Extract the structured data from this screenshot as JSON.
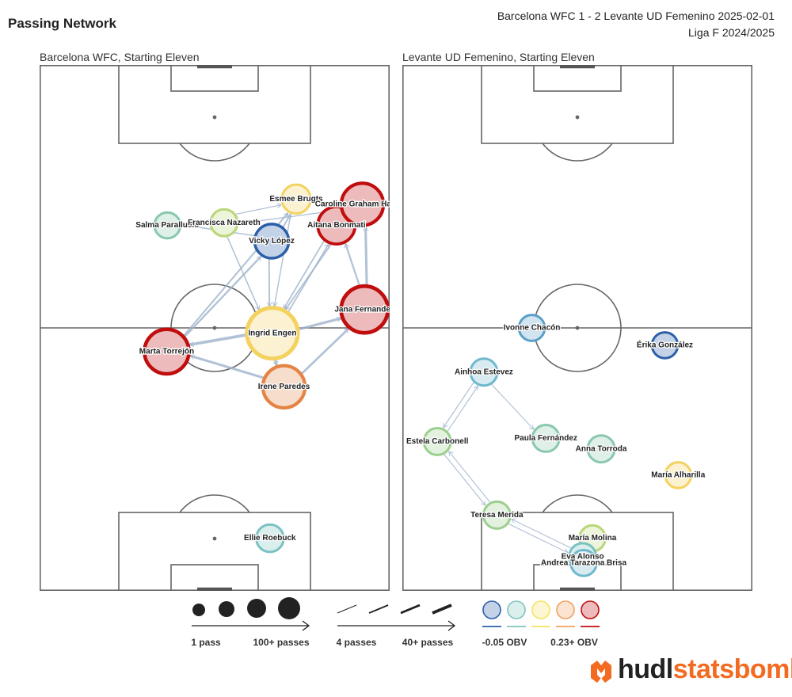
{
  "header": {
    "title": "Passing Network",
    "match_line": "Barcelona WFC 1 - 2 Levante UD Femenino 2025-02-01",
    "competition_line": "Liga F 2024/2025"
  },
  "colors": {
    "obv_scale": [
      "#2b5fa8",
      "#6ab4d2",
      "#7fc5bc",
      "#a6d27f",
      "#f5e35f",
      "#f0a060",
      "#e07a3a",
      "#c00d0d"
    ],
    "edge": "#9fb3cc",
    "edge_hot": "#e05050",
    "pitch_line": "#666666"
  },
  "chart_data": [
    {
      "type": "network",
      "title": "Barcelona WFC, Starting Eleven",
      "nodes": [
        {
          "name": "Salma Paralluelo",
          "x": 69.5,
          "y": 36.5,
          "passes": 12,
          "obv": 0.04
        },
        {
          "name": "Esmee Brugts",
          "x": 74.5,
          "y": 73.3,
          "passes": 18,
          "obv": 0.12
        },
        {
          "name": "Francisca Nazareth",
          "x": 70.0,
          "y": 52.7,
          "passes": 14,
          "obv": 0.08
        },
        {
          "name": "Aitana Bonmati",
          "x": 69.5,
          "y": 84.8,
          "passes": 42,
          "obv": 0.23
        },
        {
          "name": "Caroline Graham Hansen",
          "x": 73.5,
          "y": 92.2,
          "passes": 60,
          "obv": 0.23
        },
        {
          "name": "Vicky López",
          "x": 66.5,
          "y": 66.3,
          "passes": 32,
          "obv": -0.05
        },
        {
          "name": "Jana Fernandez",
          "x": 53.5,
          "y": 92.8,
          "passes": 80,
          "obv": 0.23
        },
        {
          "name": "Ingrid Engen",
          "x": 49.0,
          "y": 66.5,
          "passes": 100,
          "obv": 0.12
        },
        {
          "name": "Marta Torrejón",
          "x": 45.5,
          "y": 36.3,
          "passes": 70,
          "obv": 0.23
        },
        {
          "name": "Irene Paredes",
          "x": 38.8,
          "y": 69.8,
          "passes": 60,
          "obv": 0.18
        },
        {
          "name": "Ellie Roebuck",
          "x": 10.0,
          "y": 65.8,
          "passes": 15,
          "obv": 0.02
        }
      ],
      "links": [
        {
          "from": "Ingrid Engen",
          "to": "Marta Torrejón",
          "passes": 35
        },
        {
          "from": "Ingrid Engen",
          "to": "Jana Fernandez",
          "passes": 30
        },
        {
          "from": "Ingrid Engen",
          "to": "Irene Paredes",
          "passes": 30
        },
        {
          "from": "Irene Paredes",
          "to": "Marta Torrejón",
          "passes": 28
        },
        {
          "from": "Irene Paredes",
          "to": "Jana Fernandez",
          "passes": 25
        },
        {
          "from": "Jana Fernandez",
          "to": "Caroline Graham Hansen",
          "passes": 28
        },
        {
          "from": "Jana Fernandez",
          "to": "Aitana Bonmati",
          "passes": 18
        },
        {
          "from": "Marta Torrejón",
          "to": "Vicky López",
          "passes": 20
        },
        {
          "from": "Marta Torrejón",
          "to": "Esmee Brugts",
          "passes": 16
        },
        {
          "from": "Vicky López",
          "to": "Esmee Brugts",
          "passes": 15
        },
        {
          "from": "Vicky López",
          "to": "Salma Paralluelo",
          "passes": 10
        },
        {
          "from": "Vicky López",
          "to": "Ingrid Engen",
          "passes": 14
        },
        {
          "from": "Aitana Bonmati",
          "to": "Caroline Graham Hansen",
          "passes": 22
        },
        {
          "from": "Aitana Bonmati",
          "to": "Ingrid Engen",
          "passes": 12
        },
        {
          "from": "Francisca Nazareth",
          "to": "Caroline Graham Hansen",
          "passes": 8
        },
        {
          "from": "Francisca Nazareth",
          "to": "Ingrid Engen",
          "passes": 10
        },
        {
          "from": "Esmee Brugts",
          "to": "Ingrid Engen",
          "passes": 8
        },
        {
          "from": "Salma Paralluelo",
          "to": "Esmee Brugts",
          "passes": 6
        },
        {
          "from": "Caroline Graham Hansen",
          "to": "Ingrid Engen",
          "passes": 14
        },
        {
          "from": "Ingrid Engen",
          "to": "Aitana Bonmati",
          "passes": 12
        }
      ]
    },
    {
      "type": "network",
      "title": "Levante UD Femenino, Starting Eleven",
      "nodes": [
        {
          "name": "Ivonne Chacón",
          "x": 50.0,
          "y": 37.0,
          "passes": 12,
          "obv": -0.02
        },
        {
          "name": "Érika González",
          "x": 46.7,
          "y": 75.0,
          "passes": 12,
          "obv": -0.05
        },
        {
          "name": "Ainhoa Estevez",
          "x": 41.6,
          "y": 23.3,
          "passes": 14,
          "obv": 0.0
        },
        {
          "name": "Estela Carbonell",
          "x": 28.4,
          "y": 10.0,
          "passes": 14,
          "obv": 0.06
        },
        {
          "name": "Paula Fernández",
          "x": 29.0,
          "y": 41.0,
          "passes": 14,
          "obv": 0.04
        },
        {
          "name": "Anna Torroda",
          "x": 27.0,
          "y": 56.8,
          "passes": 14,
          "obv": 0.04
        },
        {
          "name": "María Alharilla",
          "x": 22.0,
          "y": 78.8,
          "passes": 12,
          "obv": 0.12
        },
        {
          "name": "Teresa Merida",
          "x": 14.4,
          "y": 27.0,
          "passes": 14,
          "obv": 0.06
        },
        {
          "name": "María Molina",
          "x": 10.0,
          "y": 54.3,
          "passes": 12,
          "obv": 0.08
        },
        {
          "name": "Eva Alonso",
          "x": 6.5,
          "y": 51.5,
          "passes": 14,
          "obv": 0.02
        },
        {
          "name": "Andrea Tarazona Brisa",
          "x": 5.3,
          "y": 51.8,
          "passes": 12,
          "obv": 0.0
        }
      ],
      "links": [
        {
          "from": "Ainhoa Estevez",
          "to": "Estela Carbonell",
          "passes": 6
        },
        {
          "from": "Estela Carbonell",
          "to": "Ainhoa Estevez",
          "passes": 5
        },
        {
          "from": "Ainhoa Estevez",
          "to": "Paula Fernández",
          "passes": 4
        },
        {
          "from": "Estela Carbonell",
          "to": "Teresa Merida",
          "passes": 5
        },
        {
          "from": "Teresa Merida",
          "to": "Estela Carbonell",
          "passes": 4
        },
        {
          "from": "Teresa Merida",
          "to": "Eva Alonso",
          "passes": 4
        },
        {
          "from": "Eva Alonso",
          "to": "Teresa Merida",
          "passes": 4
        }
      ]
    }
  ],
  "legend": {
    "size_min_label": "1 pass",
    "size_max_label": "100+ passes",
    "width_min_label": "4 passes",
    "width_max_label": "40+ passes",
    "obv_min_label": "-0.05 OBV",
    "obv_max_label": "0.23+ OBV"
  },
  "brand": {
    "hudl": "hudl",
    "statsbomb": "statsbomb"
  }
}
